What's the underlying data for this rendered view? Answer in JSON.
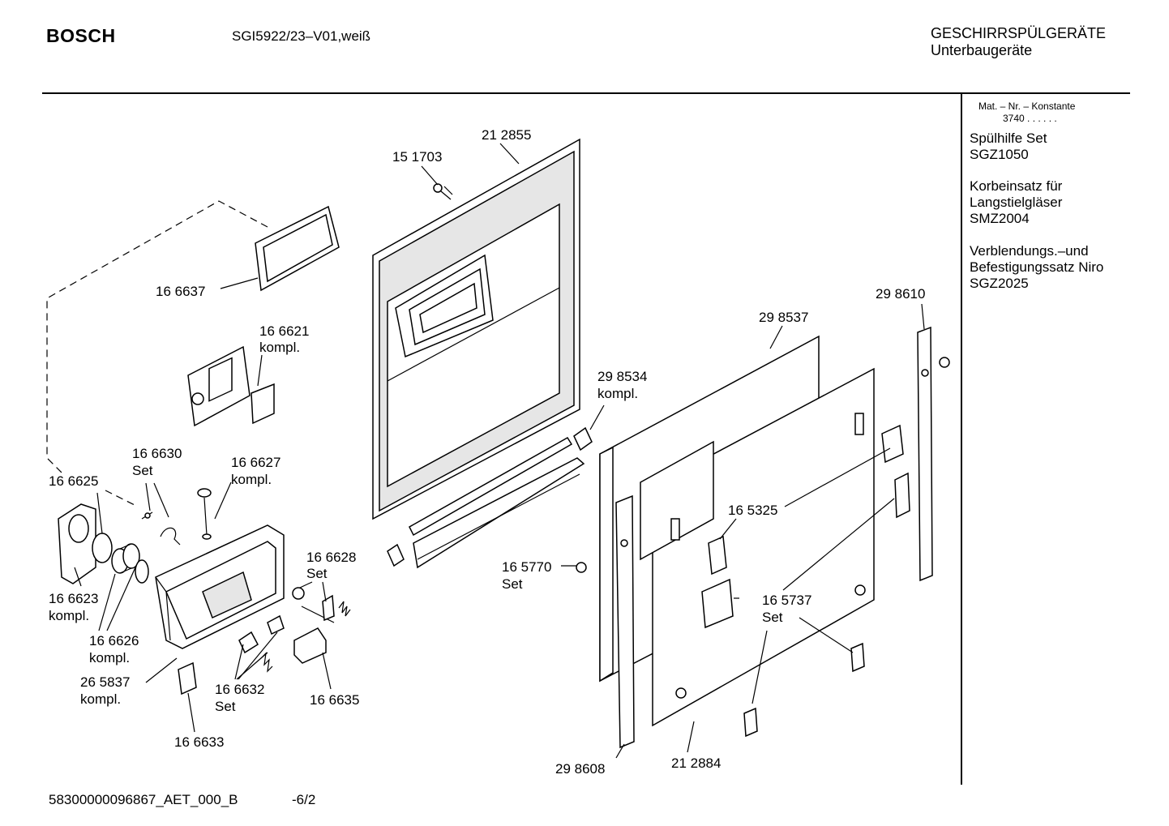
{
  "header": {
    "brand": "BOSCH",
    "model": "SGI5922/23–V01,weiß",
    "category_line1": "GESCHIRRSPÜLGERÄTE",
    "category_line2": "Unterbaugeräte"
  },
  "sidebar": {
    "mat_label": "Mat. – Nr. – Konstante",
    "mat_value": "3740 .  .  .  .  .  .",
    "acc1_name": "Spülhilfe Set",
    "acc1_code": "SGZ1050",
    "acc2_name_l1": "Korbeinsatz für",
    "acc2_name_l2": "Langstielgläser",
    "acc2_code": "SMZ2004",
    "acc3_name_l1": "Verblendungs.–und",
    "acc3_name_l2": "Befestigungssatz Niro",
    "acc3_code": "SGZ2025"
  },
  "footer": {
    "doc_number": "58300000096867_AET_000_B",
    "page": "-6/2"
  },
  "labels": [
    {
      "id": "p212855",
      "line1": "21 2855"
    },
    {
      "id": "p151703",
      "line1": "15 1703"
    },
    {
      "id": "p166637",
      "line1": "16 6637"
    },
    {
      "id": "p166621",
      "line1": "16 6621",
      "line2": "kompl."
    },
    {
      "id": "p298610",
      "line1": "29 8610"
    },
    {
      "id": "p298537",
      "line1": "29 8537"
    },
    {
      "id": "p298534",
      "line1": "29 8534",
      "line2": "kompl."
    },
    {
      "id": "p166630",
      "line1": "16 6630",
      "line2": "Set"
    },
    {
      "id": "p166627",
      "line1": "16 6627",
      "line2": "kompl."
    },
    {
      "id": "p166625",
      "line1": "16 6625"
    },
    {
      "id": "p166628",
      "line1": "16 6628",
      "line2": "Set"
    },
    {
      "id": "p165325",
      "line1": "16 5325"
    },
    {
      "id": "p165770",
      "line1": "16 5770",
      "line2": "Set"
    },
    {
      "id": "p166623",
      "line1": "16 6623",
      "line2": "kompl."
    },
    {
      "id": "p165737",
      "line1": "16 5737",
      "line2": "Set"
    },
    {
      "id": "p166626",
      "line1": "16 6626",
      "line2": "kompl."
    },
    {
      "id": "p265837",
      "line1": "26 5837",
      "line2": "kompl."
    },
    {
      "id": "p166632",
      "line1": "16 6632",
      "line2": "Set"
    },
    {
      "id": "p166635",
      "line1": "16 6635"
    },
    {
      "id": "p166633",
      "line1": "16 6633"
    },
    {
      "id": "p298608",
      "line1": "29 8608"
    },
    {
      "id": "p212884",
      "line1": "21 2884"
    }
  ]
}
